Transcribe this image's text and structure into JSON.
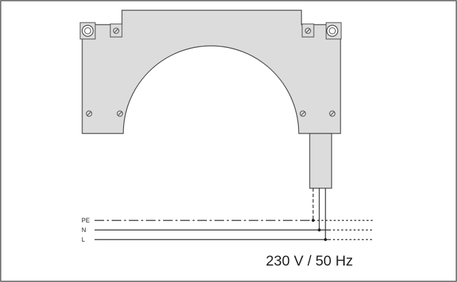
{
  "wiring": {
    "labels": [
      "PE",
      "N",
      "L"
    ]
  },
  "supply_label": "230 V / 50 Hz"
}
